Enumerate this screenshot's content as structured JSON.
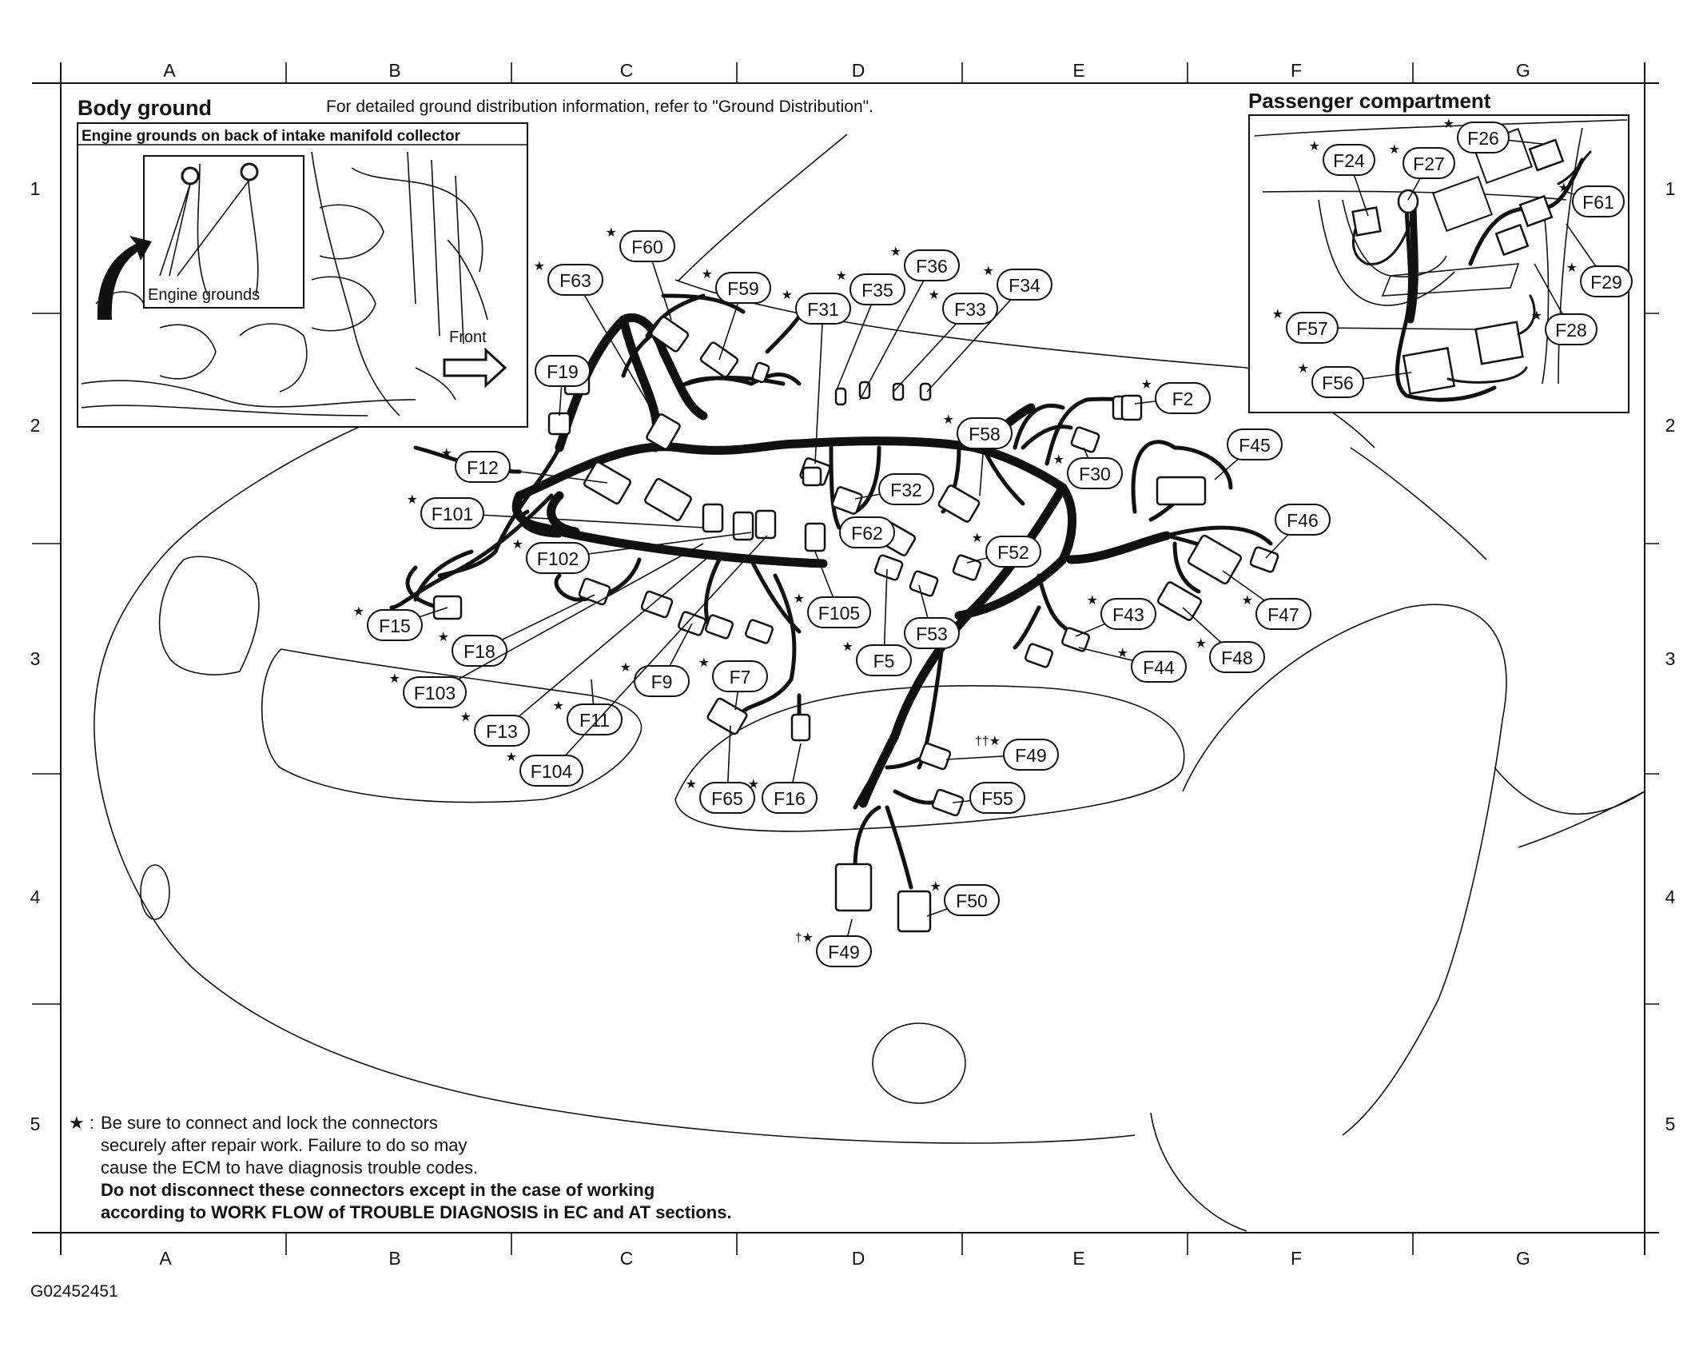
{
  "columns": [
    "A",
    "B",
    "C",
    "D",
    "E",
    "F",
    "G"
  ],
  "rows": [
    "1",
    "2",
    "3",
    "4",
    "5"
  ],
  "body_ground": {
    "title": "Body ground",
    "inset_caption": "Engine grounds on back of intake manifold collector",
    "engine_grounds_label": "Engine grounds",
    "front_label": "Front"
  },
  "reference_note": "For detailed ground distribution information, refer to \"Ground Distribution\".",
  "passenger": {
    "title": "Passenger compartment",
    "connectors": [
      "F26",
      "F24",
      "F27",
      "F61",
      "F29",
      "F57",
      "F28",
      "F56"
    ]
  },
  "connectors": [
    "F60",
    "F63",
    "F59",
    "F36",
    "F35",
    "F31",
    "F33",
    "F34",
    "F19",
    "F2",
    "F58",
    "F45",
    "F12",
    "F30",
    "F32",
    "F101",
    "F62",
    "F46",
    "F52",
    "F102",
    "F105",
    "F43",
    "F47",
    "F15",
    "F53",
    "F18",
    "F5",
    "F44",
    "F48",
    "F9",
    "F7",
    "F103",
    "F11",
    "F49",
    "F13",
    "F104",
    "F65",
    "F16",
    "F55",
    "F50",
    "F49"
  ],
  "star_symbol": "★",
  "dagger_symbols": {
    "single": "†★",
    "double": "††★"
  },
  "footnote": {
    "marker": "★ :",
    "line1": "Be sure to connect and lock the connectors",
    "line2": "securely after repair work. Failure to do so may",
    "line3": "cause the ECM to have diagnosis trouble codes.",
    "line4": "Do not disconnect these connectors except in the case of working",
    "line5": "according to WORK FLOW of TROUBLE DIAGNOSIS in EC and AT sections."
  },
  "figure_id": "G02452451"
}
